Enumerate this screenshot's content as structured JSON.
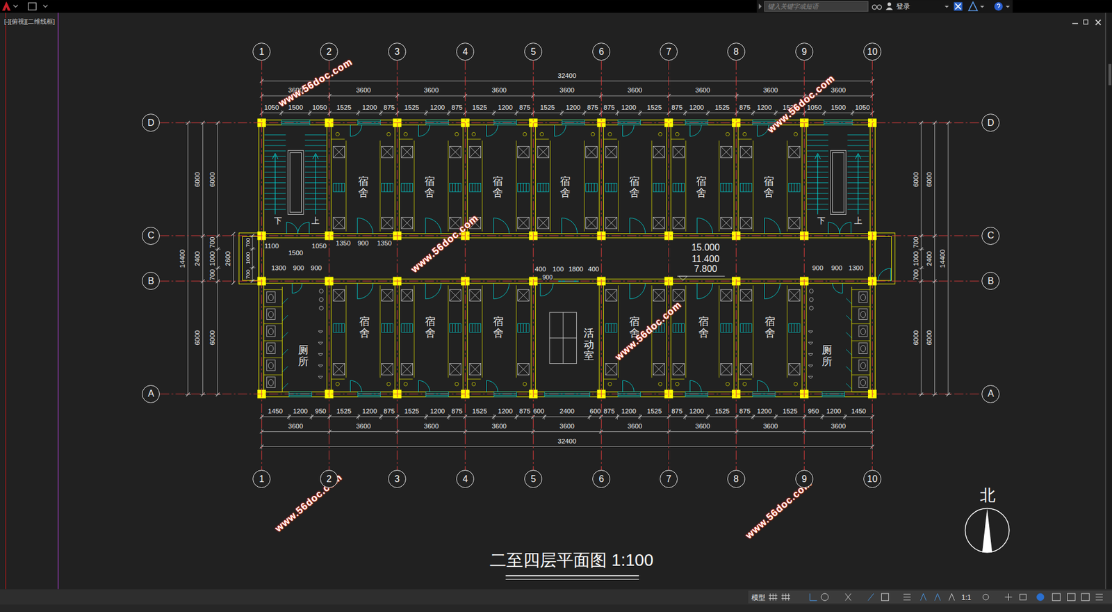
{
  "diagram": {
    "title": "二至四层平面图 1:100",
    "nodes": [
      {
        "text": [
          "1"
        ]
      },
      {
        "text": [
          "2"
        ]
      },
      {
        "text": [
          "3"
        ]
      },
      {
        "text": [
          "4"
        ]
      },
      {
        "text": [
          "5"
        ]
      },
      {
        "text": [
          "6"
        ]
      },
      {
        "text": [
          "7"
        ]
      },
      {
        "text": [
          "8"
        ]
      },
      {
        "text": [
          "9"
        ]
      },
      {
        "text": [
          "10"
        ]
      },
      {
        "text": [
          "1"
        ]
      },
      {
        "text": [
          "2"
        ]
      },
      {
        "text": [
          "3"
        ]
      },
      {
        "text": [
          "4"
        ]
      },
      {
        "text": [
          "5"
        ]
      },
      {
        "text": [
          "6"
        ]
      },
      {
        "text": [
          "7"
        ]
      },
      {
        "text": [
          "8"
        ]
      },
      {
        "text": [
          "9"
        ]
      },
      {
        "text": [
          "10"
        ]
      },
      {
        "text": [
          "D"
        ]
      },
      {
        "text": [
          "C"
        ]
      },
      {
        "text": [
          "B"
        ]
      },
      {
        "text": [
          "A"
        ]
      },
      {
        "text": [
          "D"
        ]
      },
      {
        "text": [
          "C"
        ]
      },
      {
        "text": [
          "B"
        ]
      },
      {
        "text": [
          "A"
        ]
      },
      {
        "text": [
          "宿舍"
        ]
      },
      {
        "text": [
          "宿舍"
        ]
      },
      {
        "text": [
          "宿舍"
        ]
      },
      {
        "text": [
          "宿舍"
        ]
      },
      {
        "text": [
          "宿舍"
        ]
      },
      {
        "text": [
          "宿舍"
        ]
      },
      {
        "text": [
          "宿舍"
        ]
      },
      {
        "text": [
          "厕所"
        ]
      },
      {
        "text": [
          "宿舍"
        ]
      },
      {
        "text": [
          "宿舍"
        ]
      },
      {
        "text": [
          "宿舍"
        ]
      },
      {
        "text": [
          "活动室"
        ]
      },
      {
        "text": [
          "宿舍"
        ]
      },
      {
        "text": [
          "宿舍"
        ]
      },
      {
        "text": [
          "宿舍"
        ]
      },
      {
        "text": [
          "厕所"
        ]
      }
    ],
    "edges": [
      {
        "from": 0,
        "to": 10,
        "arrow": "none"
      },
      {
        "from": 1,
        "to": 11,
        "arrow": "none"
      },
      {
        "from": 2,
        "to": 12,
        "arrow": "none"
      },
      {
        "from": 3,
        "to": 13,
        "arrow": "none"
      },
      {
        "from": 4,
        "to": 14,
        "arrow": "none"
      },
      {
        "from": 5,
        "to": 15,
        "arrow": "none"
      },
      {
        "from": 6,
        "to": 16,
        "arrow": "none"
      },
      {
        "from": 7,
        "to": 17,
        "arrow": "none"
      },
      {
        "from": 8,
        "to": 18,
        "arrow": "none"
      },
      {
        "from": 9,
        "to": 19,
        "arrow": "none"
      },
      {
        "from": 20,
        "to": 24,
        "arrow": "none"
      },
      {
        "from": 21,
        "to": 25,
        "arrow": "none"
      },
      {
        "from": 22,
        "to": 26,
        "arrow": "none"
      },
      {
        "from": 23,
        "to": 27,
        "arrow": "none"
      }
    ],
    "labels": [
      "[-][俯视][二维线框]",
      "键入关键字或短语",
      "登录",
      "模型",
      "1:1",
      "32400",
      "3600",
      "3600",
      "3600",
      "3600",
      "3600",
      "3600",
      "3600",
      "3600",
      "3600",
      "1050",
      "1500",
      "1050",
      "1525",
      "1200",
      "875",
      "1525",
      "1200",
      "875",
      "1525",
      "1200",
      "875",
      "1525",
      "1200",
      "875",
      "875",
      "1200",
      "1525",
      "875",
      "1200",
      "1525",
      "875",
      "1200",
      "1525",
      "1050",
      "1500",
      "1050",
      "1450",
      "1200",
      "950",
      "1525",
      "1200",
      "875",
      "1525",
      "1200",
      "875",
      "1525",
      "1200",
      "875",
      "600",
      "2400",
      "600",
      "875",
      "1200",
      "1525",
      "875",
      "1200",
      "1525",
      "875",
      "1200",
      "1525",
      "950",
      "1200",
      "1450",
      "3600",
      "3600",
      "3600",
      "3600",
      "3600",
      "3600",
      "3600",
      "3600",
      "3600",
      "32400",
      "14400",
      "6000",
      "2400",
      "6000",
      "6000",
      "700",
      "1000",
      "700",
      "6000",
      "2600",
      "6000",
      "700",
      "1000",
      "700",
      "6000",
      "6000",
      "2400",
      "6000",
      "14400",
      "700",
      "1000",
      "700",
      "1100",
      "1500",
      "1050",
      "1350",
      "900",
      "1350",
      "1300",
      "900",
      "900",
      "400",
      "100",
      "1800",
      "400",
      "900",
      "15.000",
      "11.400",
      "7.800",
      "900",
      "900",
      "1300",
      "下",
      "上",
      "下",
      "上",
      "www.56doc.com",
      "www.56doc.com",
      "www.56doc.com",
      "www.56doc.com",
      "www.56doc.com",
      "www.56doc.com",
      "北"
    ]
  }
}
